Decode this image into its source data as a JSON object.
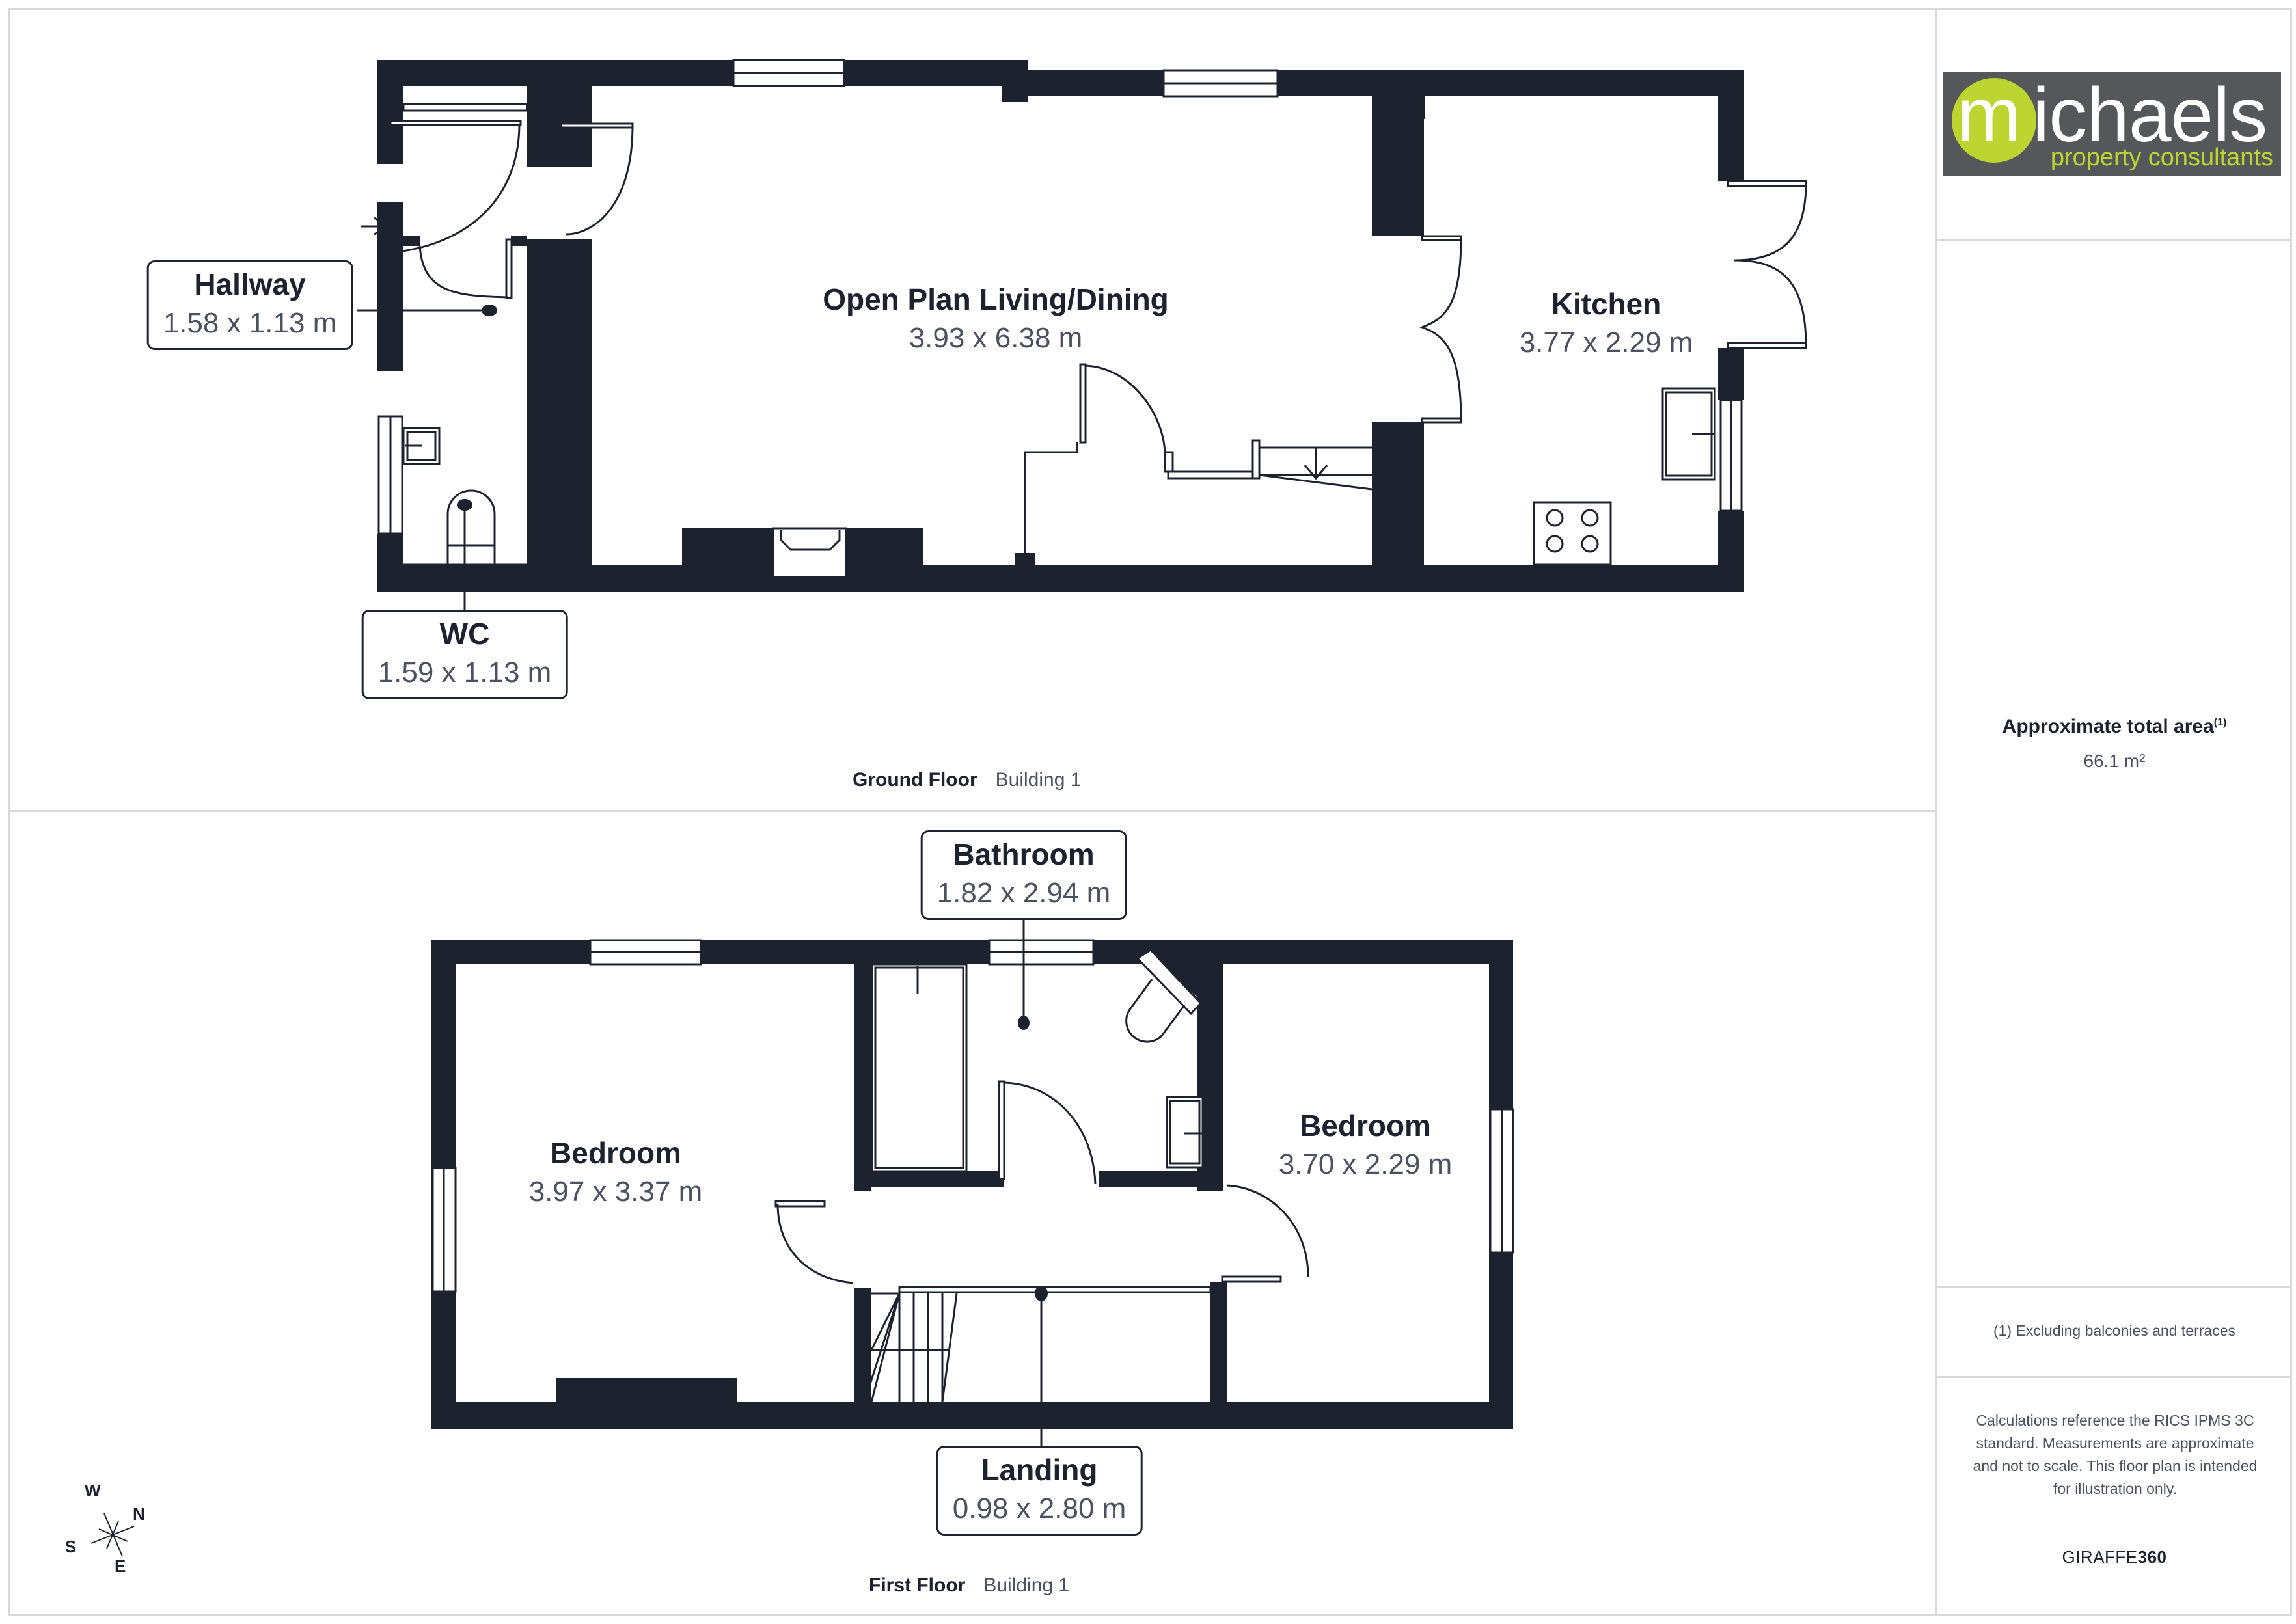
{
  "floors": [
    {
      "name": "Ground Floor",
      "building": "Building 1",
      "rooms": [
        {
          "name": "Hallway",
          "dimensions": "1.58 x 1.13 m",
          "boxed": true
        },
        {
          "name": "WC",
          "dimensions": "1.59 x 1.13 m",
          "boxed": true
        },
        {
          "name": "Open Plan Living/Dining",
          "dimensions": "3.93 x 6.38 m",
          "boxed": false
        },
        {
          "name": "Kitchen",
          "dimensions": "3.77 x 2.29 m",
          "boxed": false
        }
      ]
    },
    {
      "name": "First Floor",
      "building": "Building 1",
      "rooms": [
        {
          "name": "Bathroom",
          "dimensions": "1.82 x 2.94 m",
          "boxed": true
        },
        {
          "name": "Bedroom",
          "dimensions": "3.97 x 3.37 m",
          "boxed": false
        },
        {
          "name": "Bedroom",
          "dimensions": "3.70 x 2.29 m",
          "boxed": false
        },
        {
          "name": "Landing",
          "dimensions": "0.98 x 2.80 m",
          "boxed": true
        }
      ]
    }
  ],
  "sidebar": {
    "logo": {
      "initial": "m",
      "name_rest": "ichaels",
      "tagline": "property consultants",
      "bg_color": "#55575a",
      "accent_color": "#bcd530"
    },
    "area_title": "Approximate total area",
    "area_footnote_marker": "(1)",
    "area_value": "66.1 m²",
    "footnote": "(1) Excluding balconies and terraces",
    "disclaimer": "Calculations reference the RICS IPMS 3C standard. Measurements are approximate and not to scale. This floor plan is intended for illustration only.",
    "brand_light": "GIRAFFE",
    "brand_bold": "360"
  },
  "compass": {
    "north": "N",
    "south": "S",
    "east": "E",
    "west": "W"
  },
  "colors": {
    "wall": "#1c232e",
    "text_secondary": "#4a5261",
    "divider": "#d9d9d9"
  }
}
